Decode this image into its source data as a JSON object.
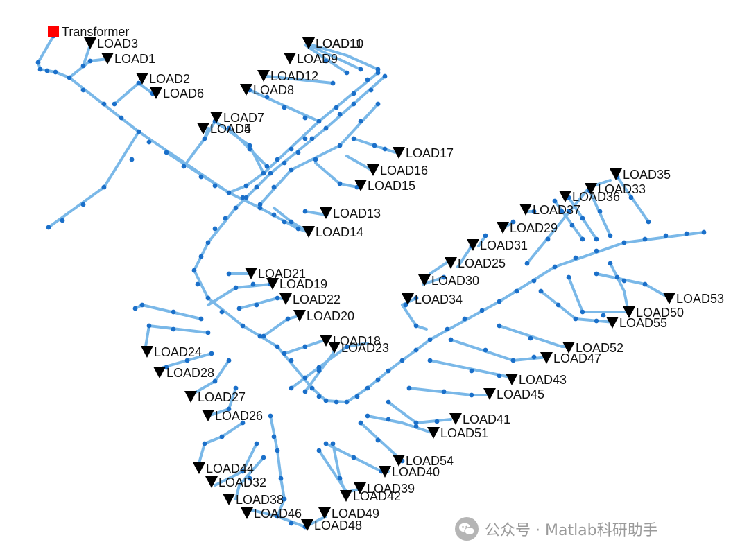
{
  "colors": {
    "line": "#7ab8e8",
    "bus": "#1a6fc9",
    "load": "#000000",
    "transformer": "#ff0000",
    "watermark": "#9a9a9a"
  },
  "transformer": {
    "label": "Transformer"
  },
  "loads": [
    "LOAD1",
    "LOAD2",
    "LOAD3",
    "LOAD4",
    "LOAD5",
    "LOAD6",
    "LOAD7",
    "LOAD8",
    "LOAD9",
    "LOAD10",
    "LOAD11",
    "LOAD12",
    "LOAD13",
    "LOAD14",
    "LOAD15",
    "LOAD16",
    "LOAD17",
    "LOAD18",
    "LOAD19",
    "LOAD20",
    "LOAD21",
    "LOAD22",
    "LOAD23",
    "LOAD24",
    "LOAD25",
    "LOAD26",
    "LOAD27",
    "LOAD28",
    "LOAD29",
    "LOAD30",
    "LOAD31",
    "LOAD32",
    "LOAD33",
    "LOAD34",
    "LOAD35",
    "LOAD36",
    "LOAD37",
    "LOAD38",
    "LOAD39",
    "LOAD40",
    "LOAD41",
    "LOAD42",
    "LOAD43",
    "LOAD44",
    "LOAD45",
    "LOAD46",
    "LOAD47",
    "LOAD48",
    "LOAD49",
    "LOAD50",
    "LOAD51",
    "LOAD52",
    "LOAD53",
    "LOAD54",
    "LOAD55"
  ],
  "watermark": {
    "text": "公众号 · Matlab科研助手",
    "icon": "wechat-icon"
  }
}
